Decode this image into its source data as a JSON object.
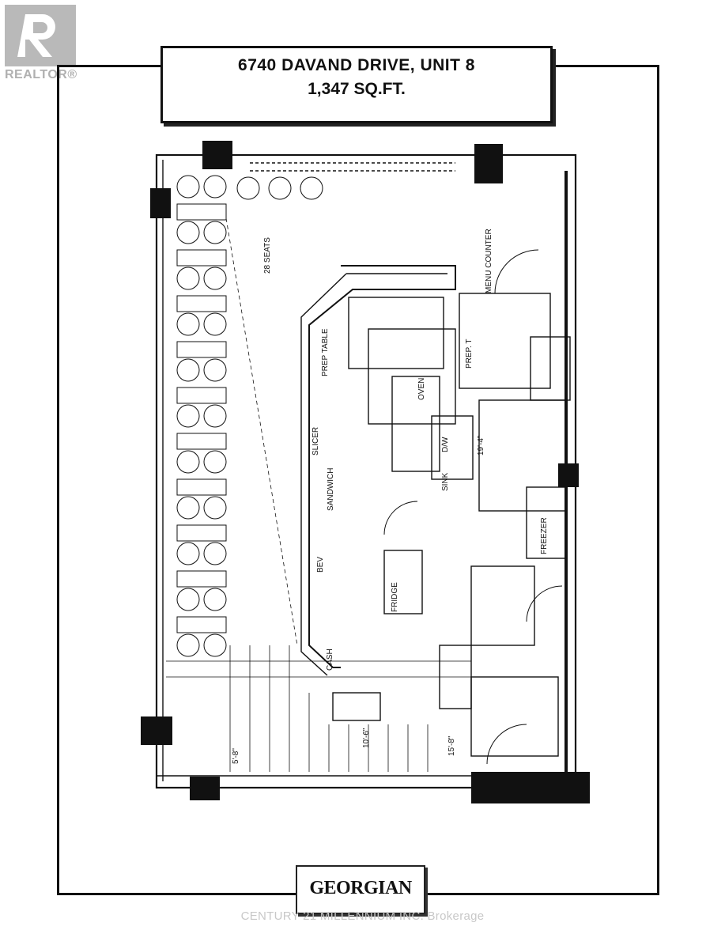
{
  "header": {
    "address": "6740 DAVAND DRIVE, UNIT 8",
    "area": "1,347 SQ.FT."
  },
  "realtor_logo": {
    "text": "REALTOR®"
  },
  "floorplan": {
    "labels": {
      "seats": "28 SEATS",
      "menu_counter": "MENU COUNTER",
      "prep_table": "PREP. T",
      "sandwich": "SANDWICH",
      "prep_table_2": "PREP TABLE",
      "slicer": "SLICER",
      "bev": "BEV",
      "dishwasher": "D/W",
      "sink": "SINK",
      "oven": "OVEN",
      "fridge": "FRIDGE",
      "freezer": "FREEZER",
      "cash": "CASH",
      "dim_1": "19'-4\"",
      "dim_2": "15'-8\"",
      "dim_3": "10'-6\"",
      "dim_4": "5'-8\""
    }
  },
  "brand": {
    "name": "GEORGIAN"
  },
  "watermark": "CENTURY 21 MILLENNIUM INC. Brokerage",
  "colors": {
    "ink": "#111111",
    "logo_gray": "#b9b9b9",
    "watermark": "#c8c8c8"
  }
}
